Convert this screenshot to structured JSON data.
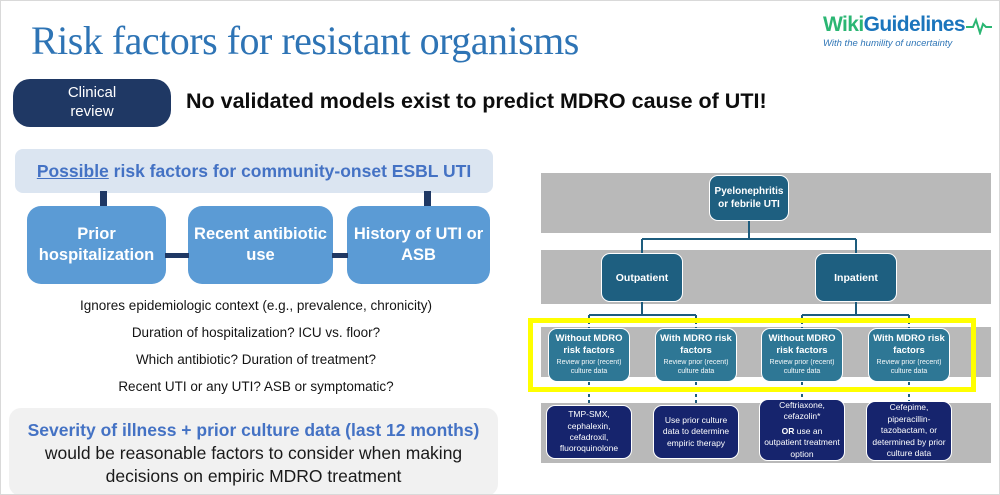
{
  "slide": {
    "title": "Risk factors for resistant organisms",
    "badge": {
      "line1": "Clinical",
      "line2": "review"
    },
    "headline": "No validated models exist to predict MDRO cause of UTI!"
  },
  "logo": {
    "wiki": "Wiki",
    "guidelines": "Guidelines",
    "tagline": "With the humility of uncertainty",
    "green": "#2bb673",
    "blue": "#1b75bc"
  },
  "risk_panel": {
    "header_underlined": "Possible",
    "header_rest": " risk factors for community-onset ESBL UTI",
    "factors": [
      "Prior hospitalization",
      "Recent antibiotic use",
      "History of UTI or ASB"
    ],
    "bullets": [
      "Ignores epidemiologic context (e.g., prevalence, chronicity)",
      "Duration of hospitalization? ICU vs. floor?",
      "Which antibiotic? Duration of treatment?",
      "Recent UTI or any UTI? ASB or symptomatic?"
    ],
    "summary_highlight": "Severity of illness + prior culture data (last 12 months)",
    "summary_rest": " would be reasonable factors to consider when making decisions on empiric MDRO treatment"
  },
  "flowchart": {
    "root": "Pyelonephritis or febrile UTI",
    "level2": [
      "Outpatient",
      "Inpatient"
    ],
    "mdro_titles": [
      "Without MDRO risk factors",
      "With MDRO risk factors",
      "Without MDRO risk factors",
      "With MDRO risk factors"
    ],
    "mdro_sub": "Review prior (recent) culture data",
    "treatments": {
      "t1": "TMP-SMX, cephalexin, cefadroxil, fluoroquinolone",
      "t2": "Use prior culture data to determine empiric therapy",
      "t3_line1": "Ceftriaxone, cefazolin*",
      "t3_or": "OR",
      "t3_rest": " use an outpatient treatment option",
      "t4": "Cefepime, piperacillin-tazobactam, or determined by prior culture data"
    },
    "colors": {
      "teal": "#1e5f80",
      "teal_mid": "#2e7795",
      "navy": "#16246d",
      "band_gray": "#b9b9b9",
      "highlight_yellow": "#ffff00",
      "accent_blue": "#4472c4",
      "title_blue": "#2e74b5"
    }
  }
}
